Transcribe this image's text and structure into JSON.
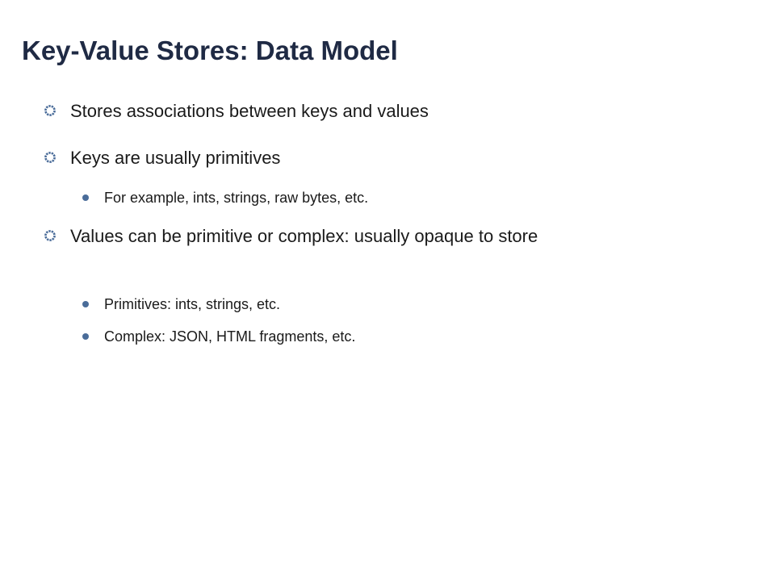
{
  "slide": {
    "title": "Key-Value Stores: Data Model",
    "bullets": [
      {
        "level": 1,
        "text": "Stores associations between keys and values"
      },
      {
        "level": 1,
        "text": "Keys are usually primitives"
      },
      {
        "level": 2,
        "text": "For example, ints, strings, raw bytes, etc."
      },
      {
        "level": 1,
        "text": "Values can be primitive or complex: usually opaque to store"
      },
      {
        "level": 2,
        "text": "Primitives: ints, strings, etc."
      },
      {
        "level": 2,
        "text": "Complex: JSON, HTML fragments, etc."
      }
    ]
  },
  "icons": {
    "level1": "gear-bullet-icon",
    "level2": "dot-bullet-icon"
  },
  "colors": {
    "title": "#1f2a44",
    "bullet_accent": "#4a6c99",
    "text": "#1a1a1a",
    "background": "#ffffff"
  }
}
